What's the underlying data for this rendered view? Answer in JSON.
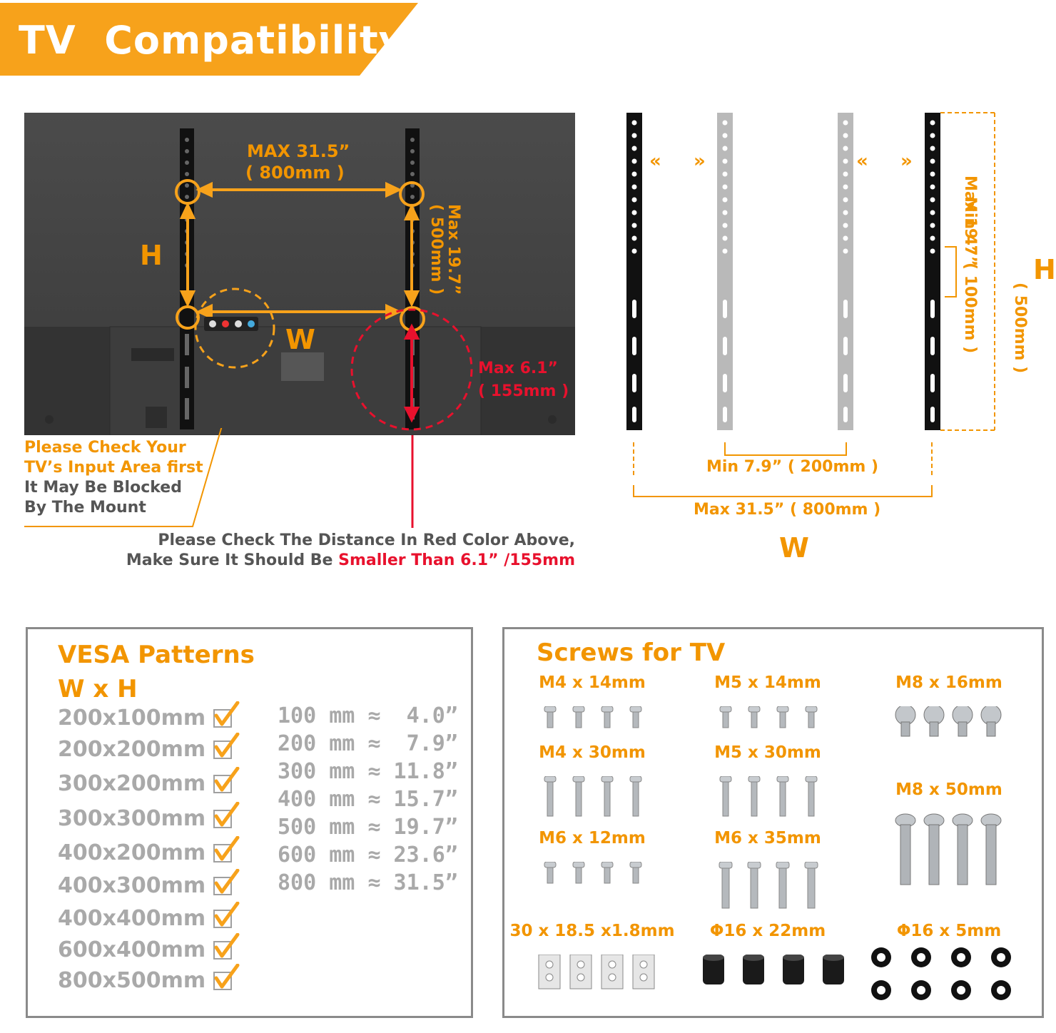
{
  "banner": {
    "title": "TV  Compatibility",
    "color": "#f7a21b"
  },
  "tv_diagram": {
    "width_label_1": "MAX  31.5”",
    "width_label_2": "( 800mm )",
    "height_label_1": "Max  19.7”",
    "height_label_2": "( 500mm )",
    "h_letter": "H",
    "w_letter": "W",
    "clearance_label_1": "Max  6.1”",
    "clearance_label_2": "( 155mm )"
  },
  "input_note": {
    "line1": "Please Check Your",
    "line2": "TV’s Input Area first",
    "line3": "It May Be Blocked",
    "line4": "By The Mount"
  },
  "distance_note": {
    "line1": "Please Check The Distance In Red Color Above,",
    "line2_prefix": "Make Sure It Should Be ",
    "line2_highlight": "Smaller Than 6.1”  /155mm"
  },
  "bracket_diagram": {
    "min_height_1": "Min  4”",
    "min_height_2": "( 100mm )",
    "max_height_1": "Max  19.7”",
    "max_height_2": "( 500mm )",
    "h_letter": "H",
    "min_width": "Min  7.9” ( 200mm )",
    "max_width": "Max  31.5” ( 800mm )",
    "w_letter": "W"
  },
  "vesa": {
    "title1": "VESA Patterns",
    "title2": "W x H",
    "patterns": [
      "200x100mm",
      "200x200mm",
      "300x200mm",
      "300x300mm",
      "400x200mm",
      "400x300mm",
      "400x400mm",
      "600x400mm",
      "800x500mm"
    ],
    "conversions": [
      "100 mm ≈  4.0”",
      "200 mm ≈  7.9”",
      "300 mm ≈ 11.8”",
      "400 mm ≈ 15.7”",
      "500 mm ≈ 19.7”",
      "600 mm ≈ 23.6”",
      "800 mm ≈ 31.5”"
    ]
  },
  "screws": {
    "title": "Screws for TV",
    "items": [
      "M4 x 14mm",
      "M5 x 14mm",
      "M8 x 16mm",
      "M4 x 30mm",
      "M5 x 30mm",
      "M8 x 50mm",
      "M6 x 12mm",
      "M6 x 35mm",
      "30 x 18.5 x1.8mm",
      "Φ16 x 22mm",
      "Φ16 x 5mm"
    ]
  },
  "colors": {
    "accent": "#f29500",
    "warning": "#e8112d",
    "muted": "#a9a9a9"
  }
}
